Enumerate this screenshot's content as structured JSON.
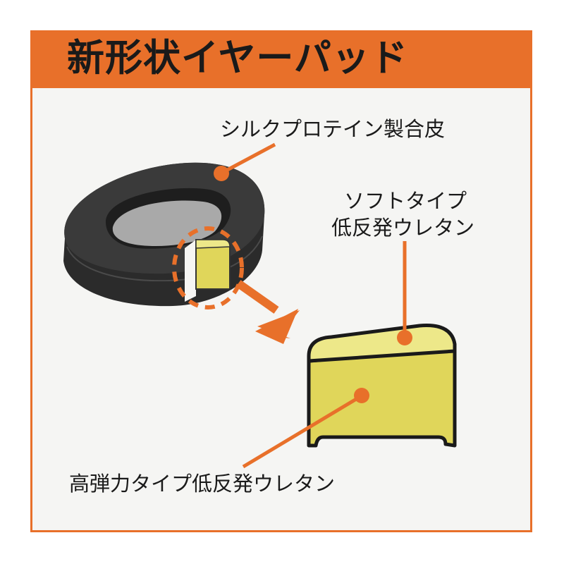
{
  "header": {
    "title": "新形状イヤーパッド"
  },
  "labels": {
    "silk": "シルクプロテイン製合皮",
    "soft_line1": "ソフトタイプ",
    "soft_line2": "低反発ウレタン",
    "high": "高弾力タイプ低反発ウレタン"
  },
  "colors": {
    "accent": "#e8702a",
    "foam": "#e0d65a",
    "foam_light": "#ede889",
    "leather": "#2a2a2a",
    "background": "#f5f5f3"
  }
}
